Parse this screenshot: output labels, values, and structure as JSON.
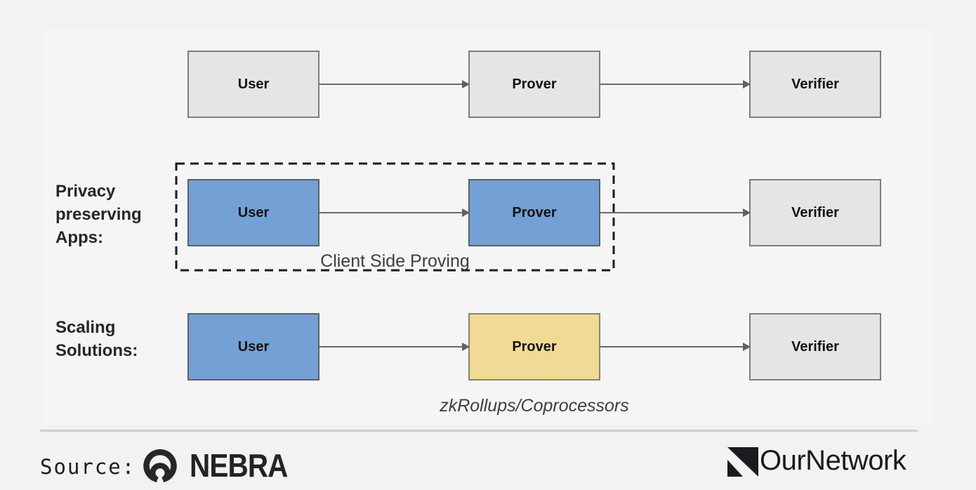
{
  "colors": {
    "page_bg": "#f3f2f2",
    "panel_bg": "#f6f5f5",
    "node_gray": "#e6e5e5",
    "node_blue": "#73a1d6",
    "node_yellow": "#f0da94",
    "node_border": "#7d7d7d",
    "arrow": "#6a6a6a",
    "dashed_group_border": "#1b1b1b",
    "annotation_text": "#3c4043",
    "label_text": "#23272a",
    "divider": "#d1cecf",
    "logo_text": "#1a1b1e"
  },
  "diagram": {
    "rows": [
      {
        "label_lines": [],
        "nodes": [
          {
            "text": "User",
            "style": "gray"
          },
          {
            "text": "Prover",
            "style": "gray"
          },
          {
            "text": "Verifier",
            "style": "gray"
          }
        ]
      },
      {
        "label_lines": [
          "Privacy",
          "preserving",
          "Apps:"
        ],
        "nodes": [
          {
            "text": "User",
            "style": "blue"
          },
          {
            "text": "Prover",
            "style": "blue"
          },
          {
            "text": "Verifier",
            "style": "gray"
          }
        ],
        "group_annotation": "Client Side Proving"
      },
      {
        "label_lines": [
          "Scaling",
          "Solutions:"
        ],
        "nodes": [
          {
            "text": "User",
            "style": "blue"
          },
          {
            "text": "Prover",
            "style": "yellow"
          },
          {
            "text": "Verifier",
            "style": "gray"
          }
        ],
        "annotation": "zkRollups/Coprocessors"
      }
    ]
  },
  "footer": {
    "source_label": "Source:",
    "source_name": "NEBRA",
    "brand_name": "OurNetwork"
  }
}
